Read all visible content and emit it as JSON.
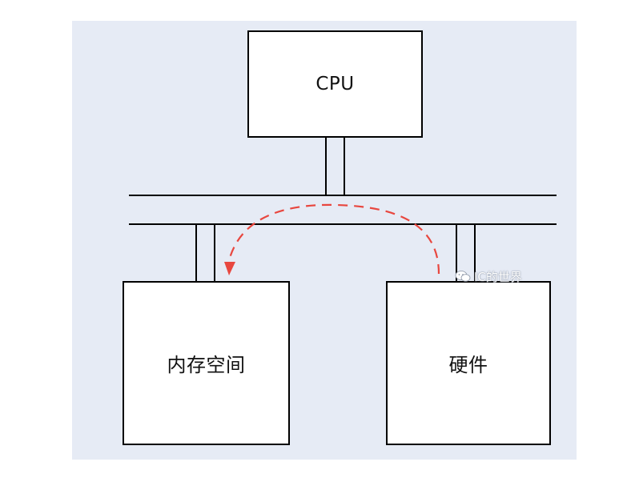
{
  "diagram": {
    "nodes": [
      {
        "id": "cpu",
        "label": "CPU"
      },
      {
        "id": "memory",
        "label": "内存空间"
      },
      {
        "id": "hardware",
        "label": "硬件"
      }
    ],
    "edges": [
      {
        "from": "cpu",
        "to": "bus",
        "style": "solid"
      },
      {
        "from": "memory",
        "to": "bus",
        "style": "solid"
      },
      {
        "from": "hardware",
        "to": "bus",
        "style": "solid"
      },
      {
        "from": "hardware",
        "to": "memory",
        "style": "dashed",
        "color": "#e8473f"
      }
    ]
  },
  "colors": {
    "panel_background": "#e6ebf5",
    "box_fill": "#ffffff",
    "line": "#000000",
    "dashed_arrow": "#e8473f"
  },
  "watermark": {
    "icon": "wechat-icon",
    "text": "IC的世界"
  }
}
